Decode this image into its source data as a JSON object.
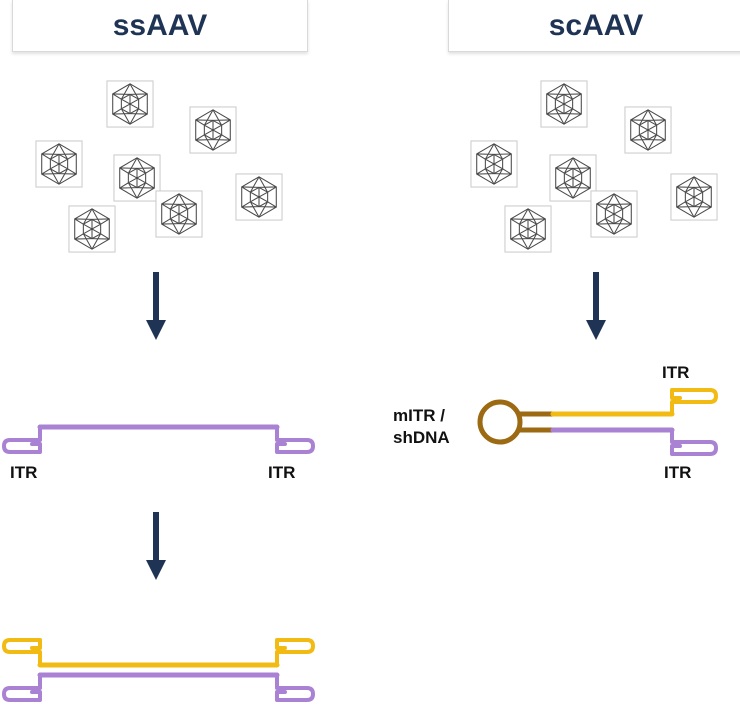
{
  "panels": {
    "left": {
      "title": "ssAAV"
    },
    "right": {
      "title": "scAAV"
    }
  },
  "labels": {
    "itr": "ITR",
    "mitr_line1": "mITR /",
    "mitr_line2": "shDNA"
  },
  "colors": {
    "title_text": "#1f3355",
    "arrow": "#1f3355",
    "strand_purple": "#a982d4",
    "strand_yellow": "#f2bb14",
    "hairpin_brown": "#9c6a12",
    "capsid": "#4a4a4a"
  },
  "icons": {
    "virus": "icosahedral-capsid-icon",
    "arrow": "down-arrow-icon"
  }
}
